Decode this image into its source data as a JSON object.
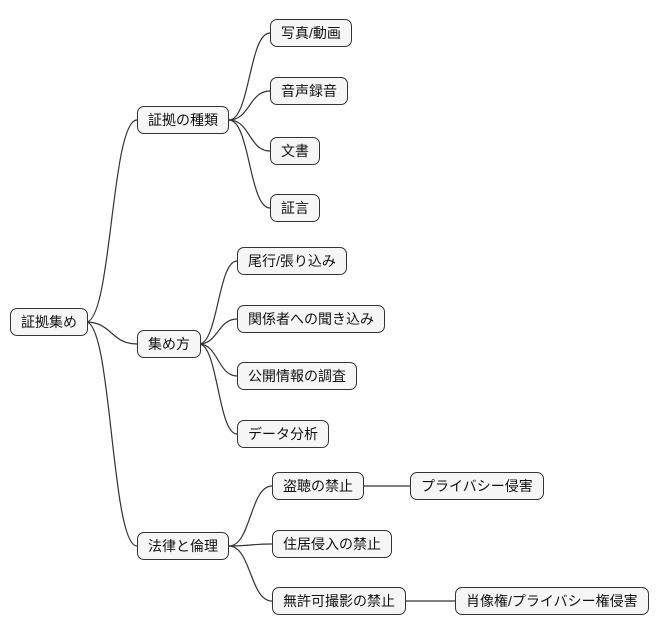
{
  "colors": {
    "background": "#ffffff",
    "node_fill": "#f6f6f6",
    "node_border": "#333333",
    "edge": "#333333",
    "text": "#111111"
  },
  "mindmap": {
    "root": {
      "label": "証拠集め"
    },
    "branches": [
      {
        "label": "証拠の種類",
        "children": [
          {
            "label": "写真/動画"
          },
          {
            "label": "音声録音"
          },
          {
            "label": "文書"
          },
          {
            "label": "証言"
          }
        ]
      },
      {
        "label": "集め方",
        "children": [
          {
            "label": "尾行/張り込み"
          },
          {
            "label": "関係者への聞き込み"
          },
          {
            "label": "公開情報の調査"
          },
          {
            "label": "データ分析"
          }
        ]
      },
      {
        "label": "法律と倫理",
        "children": [
          {
            "label": "盗聴の禁止",
            "children": [
              {
                "label": "プライバシー侵害"
              }
            ]
          },
          {
            "label": "住居侵入の禁止"
          },
          {
            "label": "無許可撮影の禁止",
            "children": [
              {
                "label": "肖像権/プライバシー権侵害"
              }
            ]
          }
        ]
      }
    ]
  }
}
